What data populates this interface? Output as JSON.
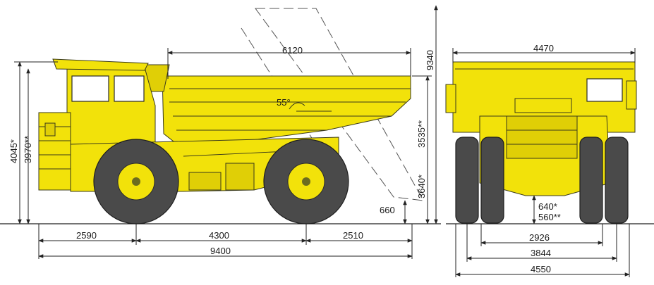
{
  "side_view": {
    "dump_angle": "55°",
    "dim_body_length": "6120",
    "dim_raised_height": "9340",
    "dim_cab_height": "4045*",
    "dim_cab_height_alt": "3970**",
    "dim_body_height": "3535**",
    "dim_body_height_alt": "3640*",
    "dim_dump_clearance": "660",
    "dim_front_overhang": "2590",
    "dim_wheelbase": "4300",
    "dim_rear_overhang": "2510",
    "dim_overall_length": "9400"
  },
  "rear_view": {
    "dim_body_width": "4470",
    "dim_ground_clearance": "640*",
    "dim_ground_clearance_alt": "560**",
    "dim_track_inner": "2926",
    "dim_track_outer": "3844",
    "dim_overall_width": "4550"
  }
}
